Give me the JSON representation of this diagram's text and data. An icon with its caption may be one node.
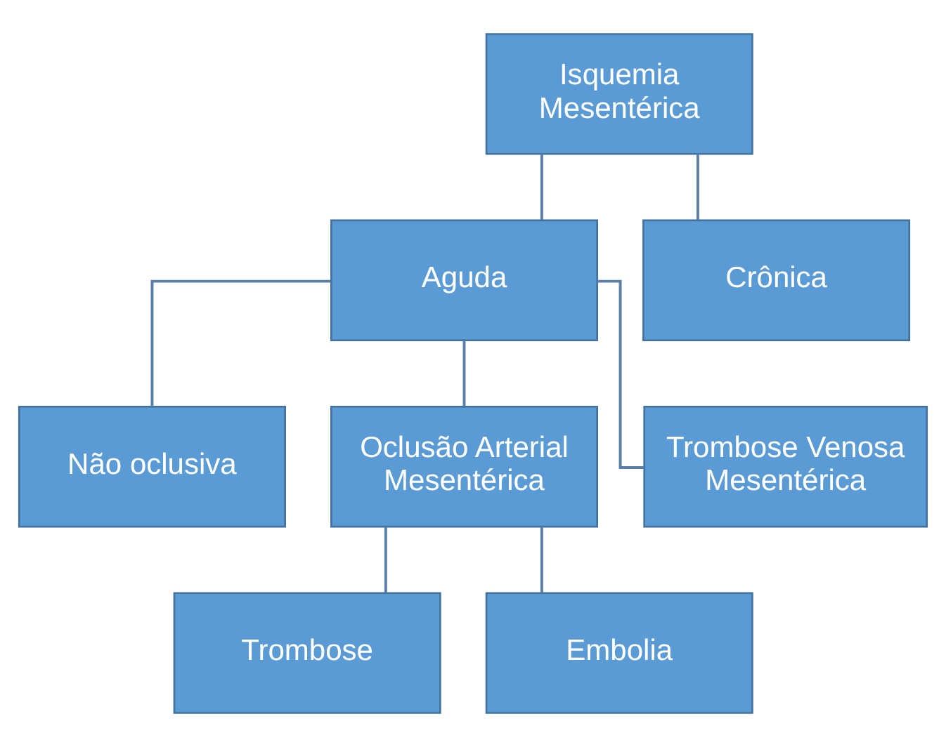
{
  "diagram": {
    "nodes": [
      {
        "text": [
          "Isquemia Mesentérica"
        ]
      },
      {
        "text": [
          "Aguda"
        ]
      },
      {
        "text": [
          "Crônica"
        ]
      },
      {
        "text": [
          "Não oclusiva"
        ]
      },
      {
        "text": [
          "Oclusão Arterial Mesentérica"
        ]
      },
      {
        "text": [
          "Trombose Venosa Mesentérica"
        ]
      },
      {
        "text": [
          "Trombose"
        ]
      },
      {
        "text": [
          "Embolia"
        ]
      }
    ],
    "edges": [
      {
        "from": 0,
        "to": 1,
        "arrow": "none"
      },
      {
        "from": 0,
        "to": 2,
        "arrow": "none"
      },
      {
        "from": 1,
        "to": 3,
        "arrow": "none"
      },
      {
        "from": 1,
        "to": 4,
        "arrow": "none"
      },
      {
        "from": 1,
        "to": 5,
        "arrow": "none"
      },
      {
        "from": 4,
        "to": 6,
        "arrow": "none"
      },
      {
        "from": 4,
        "to": 7,
        "arrow": "none"
      }
    ]
  }
}
